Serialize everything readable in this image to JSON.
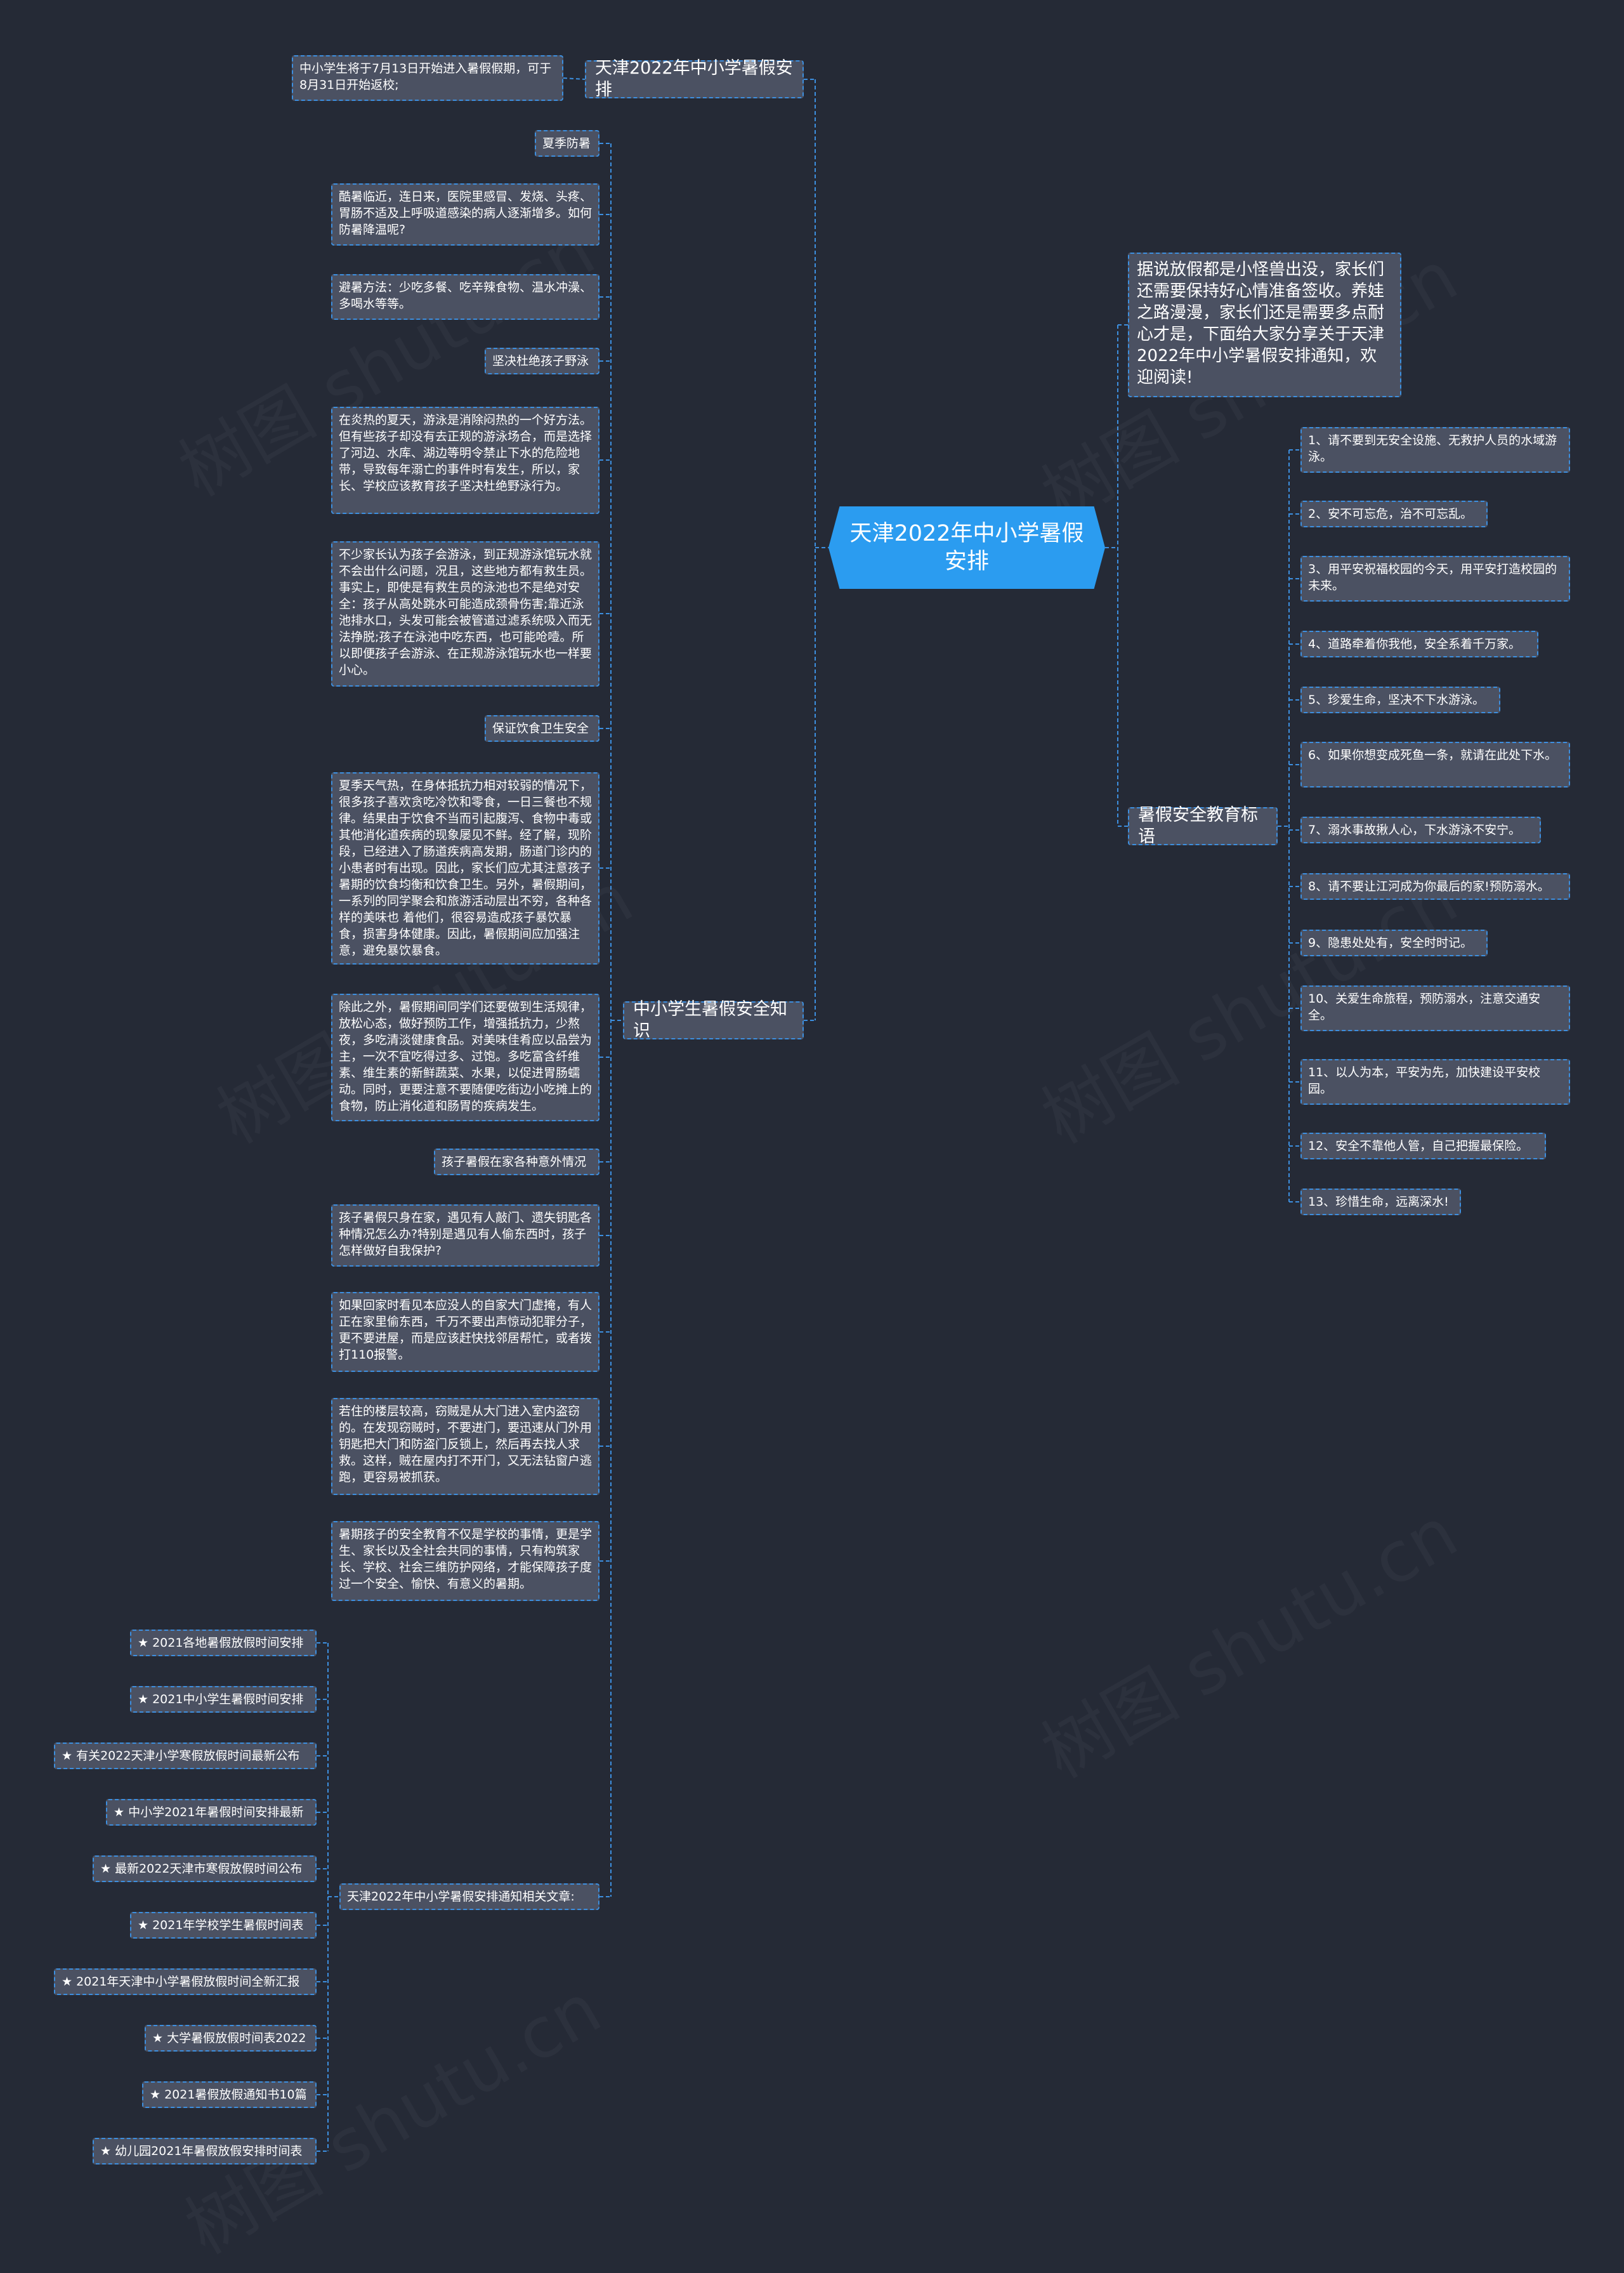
{
  "root": {
    "title": "天津2022年中小学暑假安排"
  },
  "watermark": "树图 shutu.cn",
  "left": {
    "branch1": {
      "label": "天津2022年中小学暑假安排",
      "detail": "中小学生将于7月13日开始进入暑假假期，可于8月31日开始返校;"
    },
    "branch2": {
      "label": "中小学生暑假安全知识",
      "items": [
        "夏季防暑",
        "酷暑临近，连日来，医院里感冒、发烧、头疼、胃肠不适及上呼吸道感染的病人逐渐增多。如何防暑降温呢?",
        "避暑方法：少吃多餐、吃辛辣食物、温水冲澡、多喝水等等。",
        "坚决杜绝孩子野泳",
        "在炎热的夏天，游泳是消除闷热的一个好方法。但有些孩子却没有去正规的游泳场合，而是选择了河边、水库、湖边等明令禁止下水的危险地带，导致每年溺亡的事件时有发生，所以，家长、学校应该教育孩子坚决杜绝野泳行为。",
        "不少家长认为孩子会游泳，到正规游泳馆玩水就不会出什么问题，况且，这些地方都有救生员。事实上，即使是有救生员的泳池也不是绝对安全：孩子从高处跳水可能造成颈骨伤害;靠近泳池排水口，头发可能会被管道过滤系统吸入而无法挣脱;孩子在泳池中吃东西，也可能呛噎。所以即便孩子会游泳、在正规游泳馆玩水也一样要小心。",
        "保证饮食卫生安全",
        "夏季天气热，在身体抵抗力相对较弱的情况下，很多孩子喜欢贪吃冷饮和零食，一日三餐也不规律。结果由于饮食不当而引起腹泻、食物中毒或其他消化道疾病的现象屡见不鲜。经了解，现阶段，已经进入了肠道疾病高发期，肠道门诊内的小患者时有出现。因此，家长们应尤其注意孩子暑期的饮食均衡和饮食卫生。另外，暑假期间，一系列的同学聚会和旅游活动层出不穷，各种各样的美味也 着他们，很容易造成孩子暴饮暴食，损害身体健康。因此，暑假期间应加强注意，避免暴饮暴食。",
        "除此之外，暑假期间同学们还要做到生活规律，放松心态，做好预防工作，增强抵抗力，少熬夜，多吃清淡健康食品。对美味佳肴应以品尝为主，一次不宜吃得过多、过饱。多吃富含纤维素、维生素的新鲜蔬菜、水果，以促进胃肠蠕动。同时，更要注意不要随便吃街边小吃摊上的食物，防止消化道和肠胃的疾病发生。",
        "孩子暑假在家各种意外情况",
        "孩子暑假只身在家，遇见有人敲门、遗失钥匙各种情况怎么办?特别是遇见有人偷东西时，孩子怎样做好自我保护?",
        "如果回家时看见本应没人的自家大门虚掩，有人正在家里偷东西，千万不要出声惊动犯罪分子，更不要进屋，而是应该赶快找邻居帮忙，或者拨打110报警。",
        "若住的楼层较高，窃贼是从大门进入室内盗窃的。在发现窃贼时，不要进门，要迅速从门外用钥匙把大门和防盗门反锁上，然后再去找人求救。这样，贼在屋内打不开门，又无法钻窗户逃跑，更容易被抓获。",
        "暑期孩子的安全教育不仅是学校的事情，更是学生、家长以及全社会共同的事情，只有构筑家长、学校、社会三维防护网络，才能保障孩子度过一个安全、愉快、有意义的暑期。",
        "天津2022年中小学暑假安排通知相关文章:"
      ],
      "related": [
        "★ 2021各地暑假放假时间安排",
        "★ 2021中小学生暑假时间安排",
        "★ 有关2022天津小学寒假放假时间最新公布",
        "★ 中小学2021年暑假时间安排最新",
        "★ 最新2022天津市寒假放假时间公布",
        "★ 2021年学校学生暑假时间表",
        "★ 2021年天津中小学暑假放假时间全新汇报",
        "★ 大学暑假放假时间表2022",
        "★ 2021暑假放假通知书10篇",
        "★ 幼儿园2021年暑假放假安排时间表"
      ]
    }
  },
  "right": {
    "intro": "据说放假都是小怪兽出没，家长们还需要保持好心情准备签收。养娃之路漫漫，家长们还是需要多点耐心才是，下面给大家分享关于天津2022年中小学暑假安排通知，欢迎阅读!",
    "branch": {
      "label": "暑假安全教育标语",
      "items": [
        "1、请不要到无安全设施、无救护人员的水域游泳。",
        "2、安不可忘危，治不可忘乱。",
        "3、用平安祝福校园的今天，用平安打造校园的未来。",
        "4、道路牵着你我他，安全系着千万家。",
        "5、珍爱生命，坚决不下水游泳。",
        "6、如果你想变成死鱼一条，就请在此处下水。",
        "7、溺水事故揪人心，下水游泳不安宁。",
        "8、请不要让江河成为你最后的家!预防溺水。",
        "9、隐患处处有，安全时时记。",
        "10、关爱生命旅程，预防溺水，注意交通安全。",
        "11、以人为本，平安为先，加快建设平安校园。",
        "12、安全不靠他人管，自己把握最保险。",
        "13、珍惜生命，远离深水!"
      ]
    }
  },
  "colors": {
    "background": "#252a36",
    "node": "#4b5162",
    "root": "#2b9cf0",
    "link": "#3d8fdf"
  }
}
